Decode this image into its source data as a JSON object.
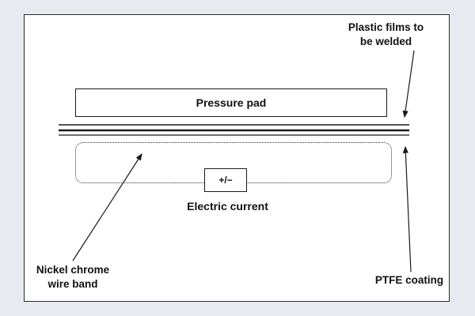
{
  "figure": {
    "pressure_pad_label": "Pressure pad",
    "plus_minus_label": "+/−",
    "electric_current_label": "Electric current",
    "plastic_films_label": {
      "line1": "Plastic films to",
      "line2": "be welded"
    },
    "nickel_chrome_label": {
      "line1": "Nickel chrome",
      "line2": "wire band"
    },
    "ptfe_label": "PTFE coating"
  },
  "colors": {
    "page_background": "#e9e9f1",
    "diagram_background": "#ffffff",
    "line_color": "#1a1a1a"
  }
}
